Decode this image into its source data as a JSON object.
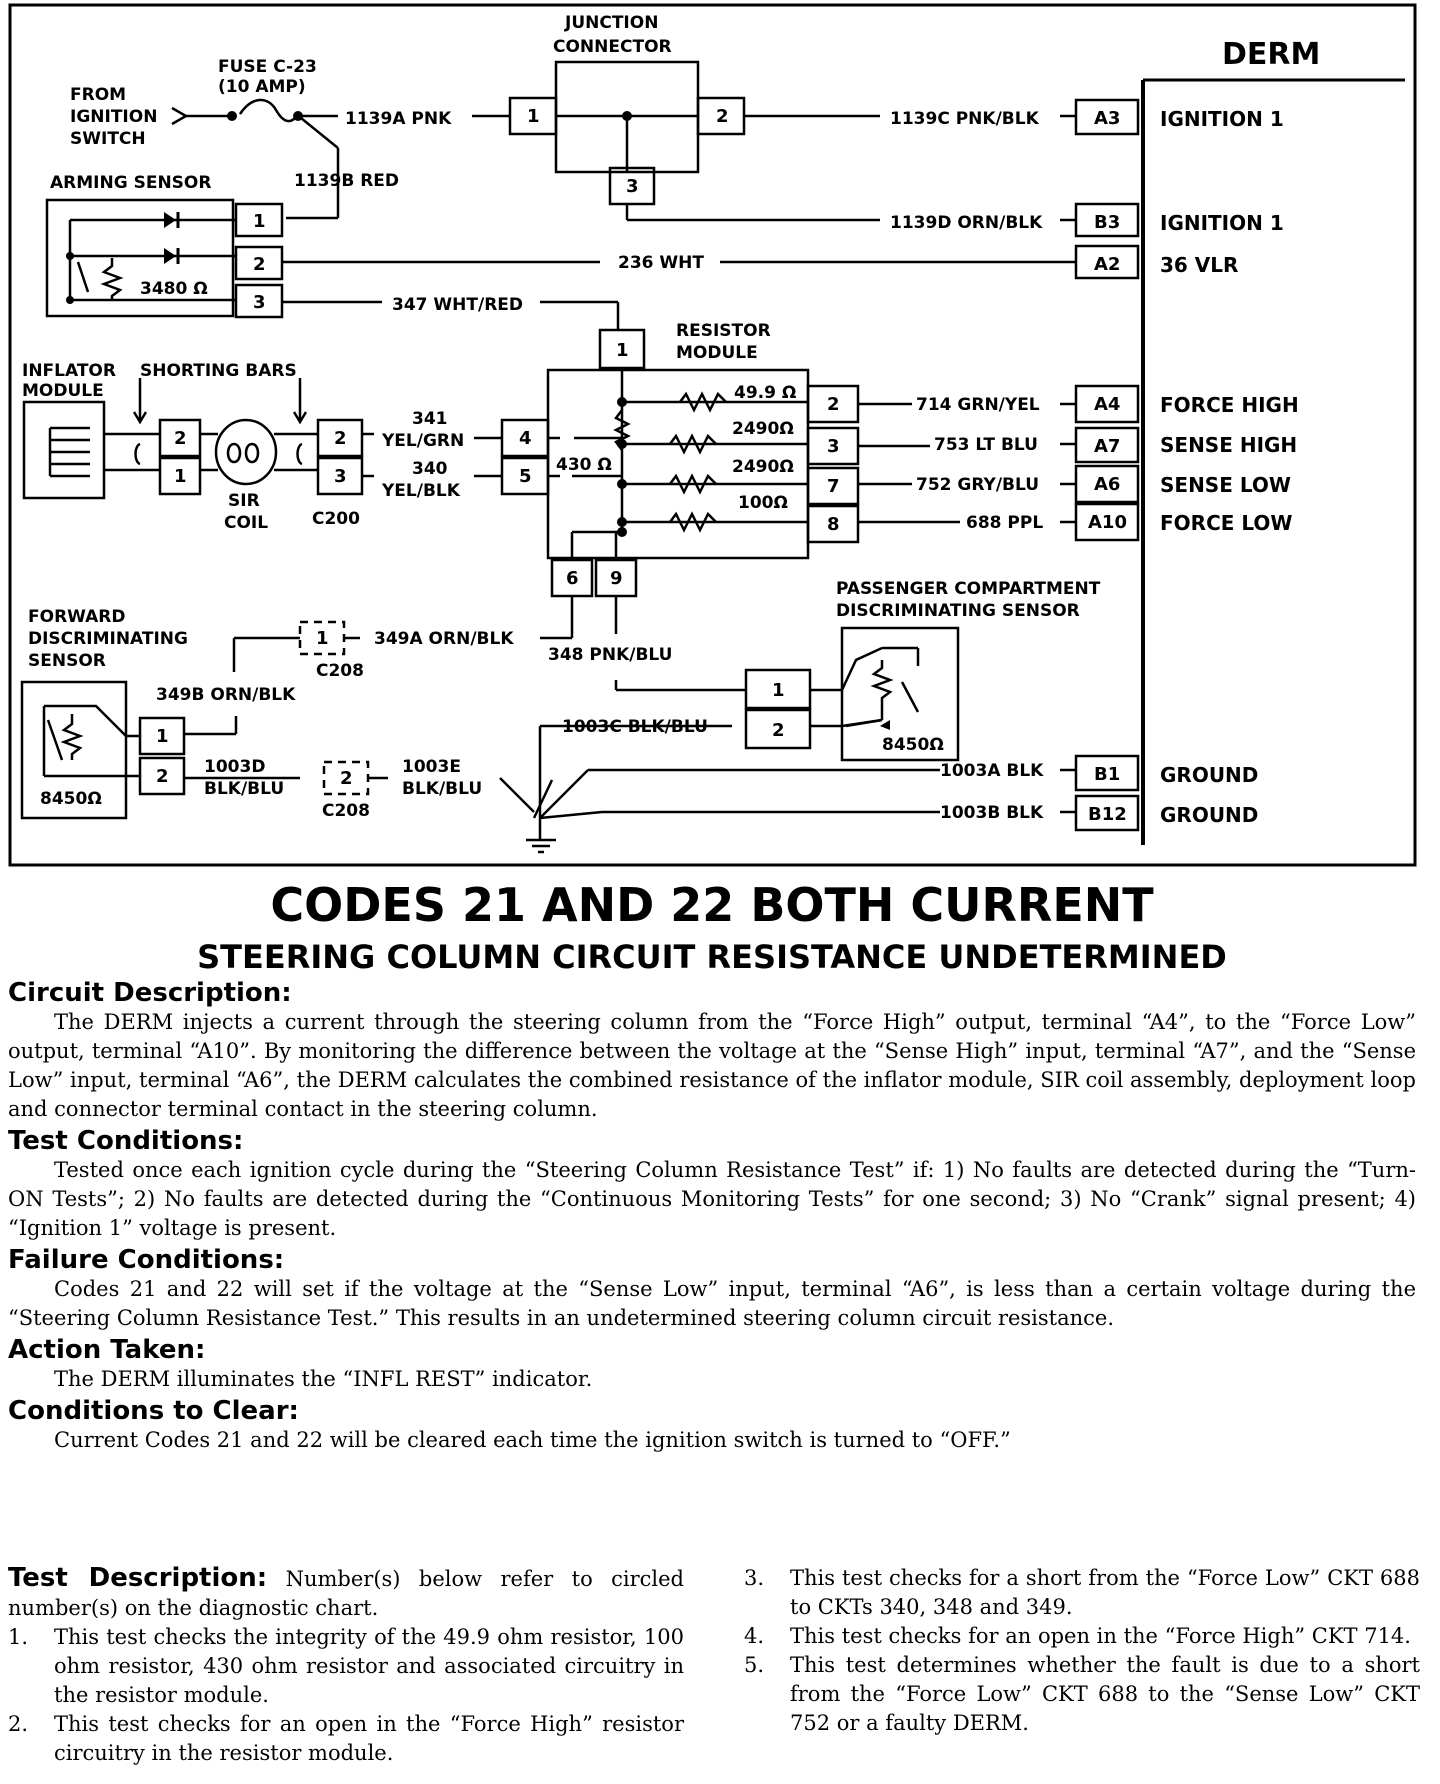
{
  "diagram": {
    "junction_connector": "JUNCTION CONNECTOR",
    "derm": "DERM",
    "fuse": "FUSE C-23",
    "fuse_amp": "(10 AMP)",
    "from_ignition": [
      "FROM",
      "IGNITION",
      "SWITCH"
    ],
    "arming_sensor": "ARMING SENSOR",
    "arming_res": "3480 Ω",
    "w1139a": "1139A PNK",
    "w1139b": "1139B RED",
    "w1139c": "1139C PNK/BLK",
    "w1139d": "1139D ORN/BLK",
    "w236": "236 WHT",
    "w347": "347 WHT/RED",
    "resistor_module": [
      "RESISTOR",
      "MODULE"
    ],
    "inflator_module": [
      "INFLATOR",
      "MODULE"
    ],
    "shorting_bars": "SHORTING BARS",
    "sir_coil": [
      "SIR",
      "COIL"
    ],
    "c200": "C200",
    "w341": [
      "341",
      "YEL/GRN"
    ],
    "w340": [
      "340",
      "YEL/BLK"
    ],
    "r430": "430 Ω",
    "r49": "49.9 Ω",
    "r2490a": "2490Ω",
    "r2490b": "2490Ω",
    "r100": "100Ω",
    "w714": "714 GRN/YEL",
    "w753": "753 LT BLU",
    "w752": "752 GRY/BLU",
    "w688": "688 PPL",
    "forward_sensor": [
      "FORWARD",
      "DISCRIMINATING",
      "SENSOR"
    ],
    "w349a": "349A ORN/BLK",
    "w349b": "349B ORN/BLK",
    "c208a": "C208",
    "c208b": "C208",
    "w348": "348 PNK/BLU",
    "passenger_sensor": [
      "PASSENGER COMPARTMENT",
      "DISCRIMINATING SENSOR"
    ],
    "sensor_res_a": "8450Ω",
    "sensor_res_b": "8450Ω",
    "w1003c": "1003C BLK/BLU",
    "w1003d": [
      "1003D",
      "BLK/BLU"
    ],
    "w1003e": [
      "1003E",
      "BLK/BLU"
    ],
    "w1003a": "1003A BLK",
    "w1003b": "1003B BLK",
    "derm_pins": [
      "A3",
      "B3",
      "A2",
      "A4",
      "A7",
      "A6",
      "A10",
      "B1",
      "B12"
    ],
    "derm_labels": [
      "IGNITION 1",
      "IGNITION 1",
      "36 VLR",
      "FORCE HIGH",
      "SENSE HIGH",
      "SENSE LOW",
      "FORCE LOW",
      "GROUND",
      "GROUND"
    ],
    "jc_pins": [
      "1",
      "2",
      "3"
    ],
    "arming_pins": [
      "1",
      "2",
      "3"
    ],
    "rm_pins": [
      "1",
      "2",
      "3",
      "7",
      "8",
      "4",
      "5",
      "6",
      "9"
    ],
    "c200_pins": [
      "2",
      "1",
      "2",
      "3"
    ],
    "fwd_pins": [
      "1",
      "2"
    ],
    "c208_pins": [
      "1",
      "2"
    ],
    "pass_pins": [
      "1",
      "2"
    ]
  },
  "document": {
    "title": "CODES 21 AND 22 BOTH CURRENT",
    "subtitle": "STEERING COLUMN CIRCUIT RESISTANCE UNDETERMINED",
    "sections": [
      {
        "heading": "Circuit Description:",
        "text": "The DERM injects a current through the steering column from the “Force High” output, terminal “A4”, to the “Force Low” output, terminal “A10”. By monitoring the difference between the voltage at the “Sense High” input, terminal “A7”, and the “Sense Low” input, terminal “A6”, the DERM calculates the combined resistance of the inflator module, SIR coil assembly, deployment loop and connector terminal contact in the steering column."
      },
      {
        "heading": "Test Conditions:",
        "text": "Tested once each ignition cycle during the “Steering Column Resistance Test” if: 1) No faults are detected during the “Turn-ON Tests”; 2) No faults are detected during the “Continuous Monitoring Tests” for one second; 3) No “Crank” signal present; 4) “Ignition 1” voltage is present."
      },
      {
        "heading": "Failure Conditions:",
        "text": "Codes 21 and 22 will set if the voltage at the “Sense Low” input, terminal “A6”, is less than a certain voltage during the “Steering Column Resistance Test.” This results in an undetermined steering column circuit resistance."
      },
      {
        "heading": "Action Taken:",
        "text": "The DERM illuminates the “INFL REST” indicator."
      },
      {
        "heading": "Conditions to Clear:",
        "text": "Current Codes 21 and 22 will be cleared each time the ignition switch is turned to “OFF.”"
      }
    ],
    "test_description": {
      "heading": "Test Description:",
      "intro": "Number(s) below refer to circled number(s) on the diagnostic chart.",
      "items": [
        {
          "num": "1.",
          "text": "This test checks the integrity of the 49.9 ohm resistor, 100 ohm resistor, 430 ohm resistor and associated circuitry in the resistor module."
        },
        {
          "num": "2.",
          "text": "This test checks for an open in the “Force High” resistor circuitry in the resistor module."
        },
        {
          "num": "3.",
          "text": "This test checks for a short from the “Force Low” CKT 688 to CKTs 340, 348 and 349."
        },
        {
          "num": "4.",
          "text": "This test checks for an open in the “Force High” CKT 714."
        },
        {
          "num": "5.",
          "text": "This test determines whether the fault is due to a short from the “Force Low” CKT 688 to the “Sense Low” CKT 752 or a faulty DERM."
        }
      ]
    }
  }
}
